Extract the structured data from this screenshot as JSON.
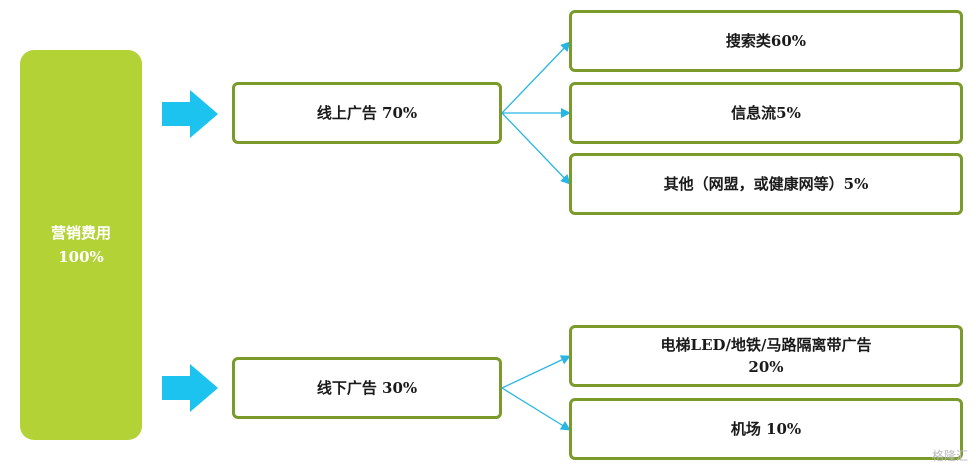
{
  "root": {
    "label": "营销费用",
    "value": "100%"
  },
  "branches": [
    {
      "label": "线上广告 70%",
      "children": [
        {
          "label": "搜索类60%"
        },
        {
          "label": "信息流5%"
        },
        {
          "label": "其他（网盟，或健康网等）5%"
        }
      ]
    },
    {
      "label": "线下广告 30%",
      "children": [
        {
          "label": "电梯LED/地铁/马路隔离带广告",
          "sub": "20%"
        },
        {
          "label": "机场 10%"
        }
      ]
    }
  ],
  "watermark": "格隆汇",
  "colors": {
    "root_fill": "#b2d235",
    "box_border": "#7a9a2a",
    "arrow": "#1cc3ee",
    "connector": "#29b6e6"
  }
}
